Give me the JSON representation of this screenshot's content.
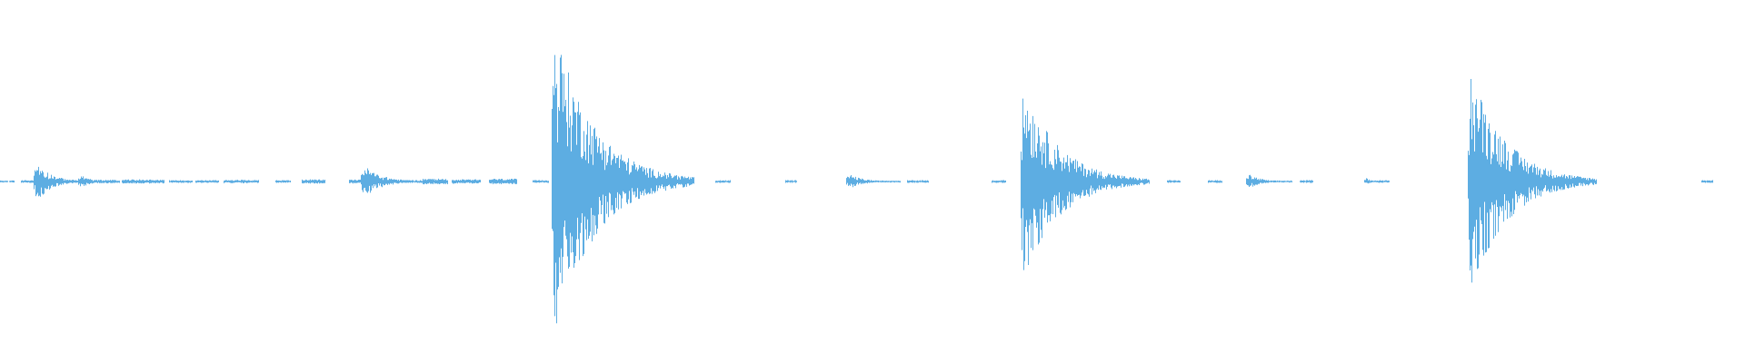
{
  "waveform": {
    "color": "#5dade2",
    "background": "#ffffff",
    "duration_fraction_axis": [
      0,
      1
    ],
    "amplitude_axis": [
      -1,
      1
    ],
    "noise_segments": [
      {
        "start": 0.0,
        "end": 0.004,
        "amplitude": 0.006
      },
      {
        "start": 0.005,
        "end": 0.008,
        "amplitude": 0.006
      },
      {
        "start": 0.012,
        "end": 0.02,
        "amplitude": 0.008
      },
      {
        "start": 0.03,
        "end": 0.043,
        "amplitude": 0.01
      },
      {
        "start": 0.06,
        "end": 0.068,
        "amplitude": 0.008
      },
      {
        "start": 0.07,
        "end": 0.094,
        "amplitude": 0.012
      },
      {
        "start": 0.097,
        "end": 0.11,
        "amplitude": 0.008
      },
      {
        "start": 0.112,
        "end": 0.125,
        "amplitude": 0.008
      },
      {
        "start": 0.128,
        "end": 0.148,
        "amplitude": 0.01
      },
      {
        "start": 0.158,
        "end": 0.166,
        "amplitude": 0.008
      },
      {
        "start": 0.173,
        "end": 0.186,
        "amplitude": 0.012
      },
      {
        "start": 0.2,
        "end": 0.222,
        "amplitude": 0.012
      },
      {
        "start": 0.229,
        "end": 0.236,
        "amplitude": 0.008
      },
      {
        "start": 0.242,
        "end": 0.256,
        "amplitude": 0.016
      },
      {
        "start": 0.259,
        "end": 0.275,
        "amplitude": 0.012
      },
      {
        "start": 0.28,
        "end": 0.296,
        "amplitude": 0.016
      },
      {
        "start": 0.305,
        "end": 0.314,
        "amplitude": 0.008
      },
      {
        "start": 0.41,
        "end": 0.418,
        "amplitude": 0.008
      },
      {
        "start": 0.45,
        "end": 0.456,
        "amplitude": 0.008
      },
      {
        "start": 0.486,
        "end": 0.494,
        "amplitude": 0.008
      },
      {
        "start": 0.52,
        "end": 0.532,
        "amplitude": 0.008
      },
      {
        "start": 0.568,
        "end": 0.576,
        "amplitude": 0.008
      },
      {
        "start": 0.63,
        "end": 0.64,
        "amplitude": 0.008
      },
      {
        "start": 0.669,
        "end": 0.676,
        "amplitude": 0.008
      },
      {
        "start": 0.692,
        "end": 0.7,
        "amplitude": 0.008
      },
      {
        "start": 0.745,
        "end": 0.752,
        "amplitude": 0.008
      },
      {
        "start": 0.79,
        "end": 0.796,
        "amplitude": 0.008
      },
      {
        "start": 0.975,
        "end": 0.981,
        "amplitude": 0.008
      }
    ],
    "bursts": [
      {
        "start": 0.0195,
        "attack": 0.002,
        "decay": 0.018,
        "peak": 0.11,
        "floor": 0.01
      },
      {
        "start": 0.045,
        "attack": 0.002,
        "decay": 0.012,
        "peak": 0.035,
        "floor": 0.01
      },
      {
        "start": 0.207,
        "attack": 0.002,
        "decay": 0.022,
        "peak": 0.09,
        "floor": 0.008
      },
      {
        "start": 0.316,
        "attack": 0.0015,
        "decay": 0.05,
        "peak": 0.88,
        "floor": 0.006
      },
      {
        "start": 0.485,
        "attack": 0.002,
        "decay": 0.018,
        "peak": 0.04,
        "floor": 0.006
      },
      {
        "start": 0.585,
        "attack": 0.0015,
        "decay": 0.045,
        "peak": 0.55,
        "floor": 0.006
      },
      {
        "start": 0.714,
        "attack": 0.002,
        "decay": 0.015,
        "peak": 0.04,
        "floor": 0.006
      },
      {
        "start": 0.782,
        "attack": 0.001,
        "decay": 0.006,
        "peak": 0.02,
        "floor": 0.006
      },
      {
        "start": 0.841,
        "attack": 0.0015,
        "decay": 0.045,
        "peak": 0.64,
        "floor": 0.006
      }
    ]
  }
}
